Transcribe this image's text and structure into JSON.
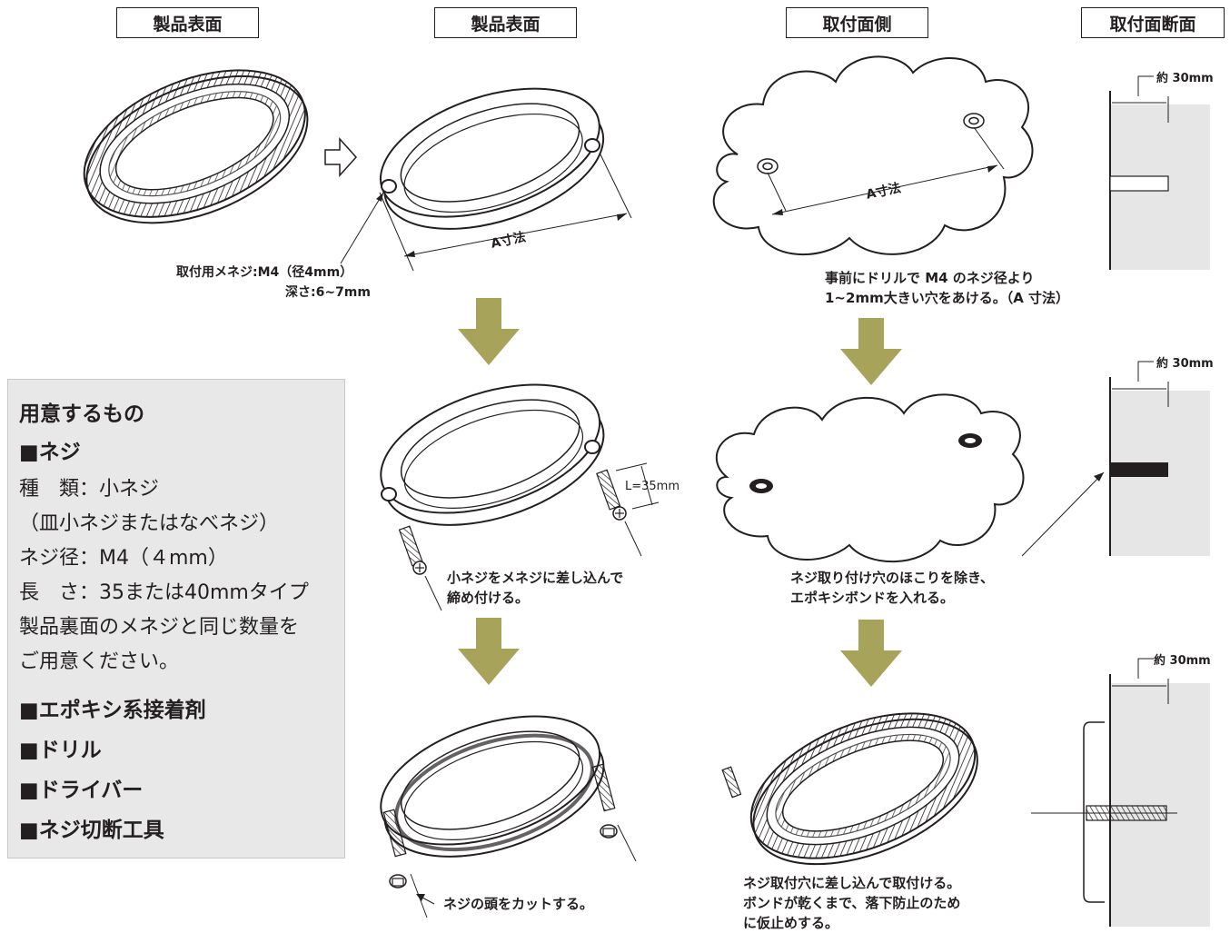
{
  "headers": [
    "製品表面",
    "製品表面",
    "取付面側",
    "取付面断面"
  ],
  "captions": {
    "mount_screw_1": "取付用メネジ:M4（径4mm）",
    "mount_screw_2": "深さ:6~7mm",
    "drill_1": "事前にドリルで M4 のネジ径より",
    "drill_2": "1~2mm大きい穴をあける。（A 寸法）",
    "insert_1": "小ネジをメネジに差し込んで",
    "insert_2": "締め付ける。",
    "bond_1": "ネジ取り付け穴のほこりを除き、",
    "bond_2": "エポキシボンドを入れる。",
    "cut": "ネジの頭をカットする。",
    "attach_1": "ネジ取付穴に差し込んで取付ける。",
    "attach_2": "ボンドが乾くまで、落下防止のため",
    "attach_3": "に仮止めする。"
  },
  "dimensions": {
    "a_dim_1": "A寸法",
    "a_dim_2": "A寸法",
    "screw_length": "L=35mm",
    "depth_1": "約 30mm",
    "depth_2": "約 30mm",
    "depth_3": "約 30mm"
  },
  "panel": {
    "title": "用意するもの",
    "screw_heading": "■ネジ",
    "type": "種　類：小ネジ",
    "type_note": "（皿小ネジまたはなべネジ）",
    "diameter": "ネジ径：M4（４mm）",
    "length": "長　さ：35または40mmタイプ",
    "qty_1": "製品裏面のメネジと同じ数量を",
    "qty_2": "ご用意ください。",
    "epoxy": "■エポキシ系接着剤",
    "drill": "■ドリル",
    "driver": "■ドライバー",
    "cutter": "■ネジ切断工具"
  },
  "colors": {
    "arrow": "#a8a35a",
    "wall": "#e6e6e6",
    "panel": "#e8e8e8",
    "line": "#231f20"
  }
}
